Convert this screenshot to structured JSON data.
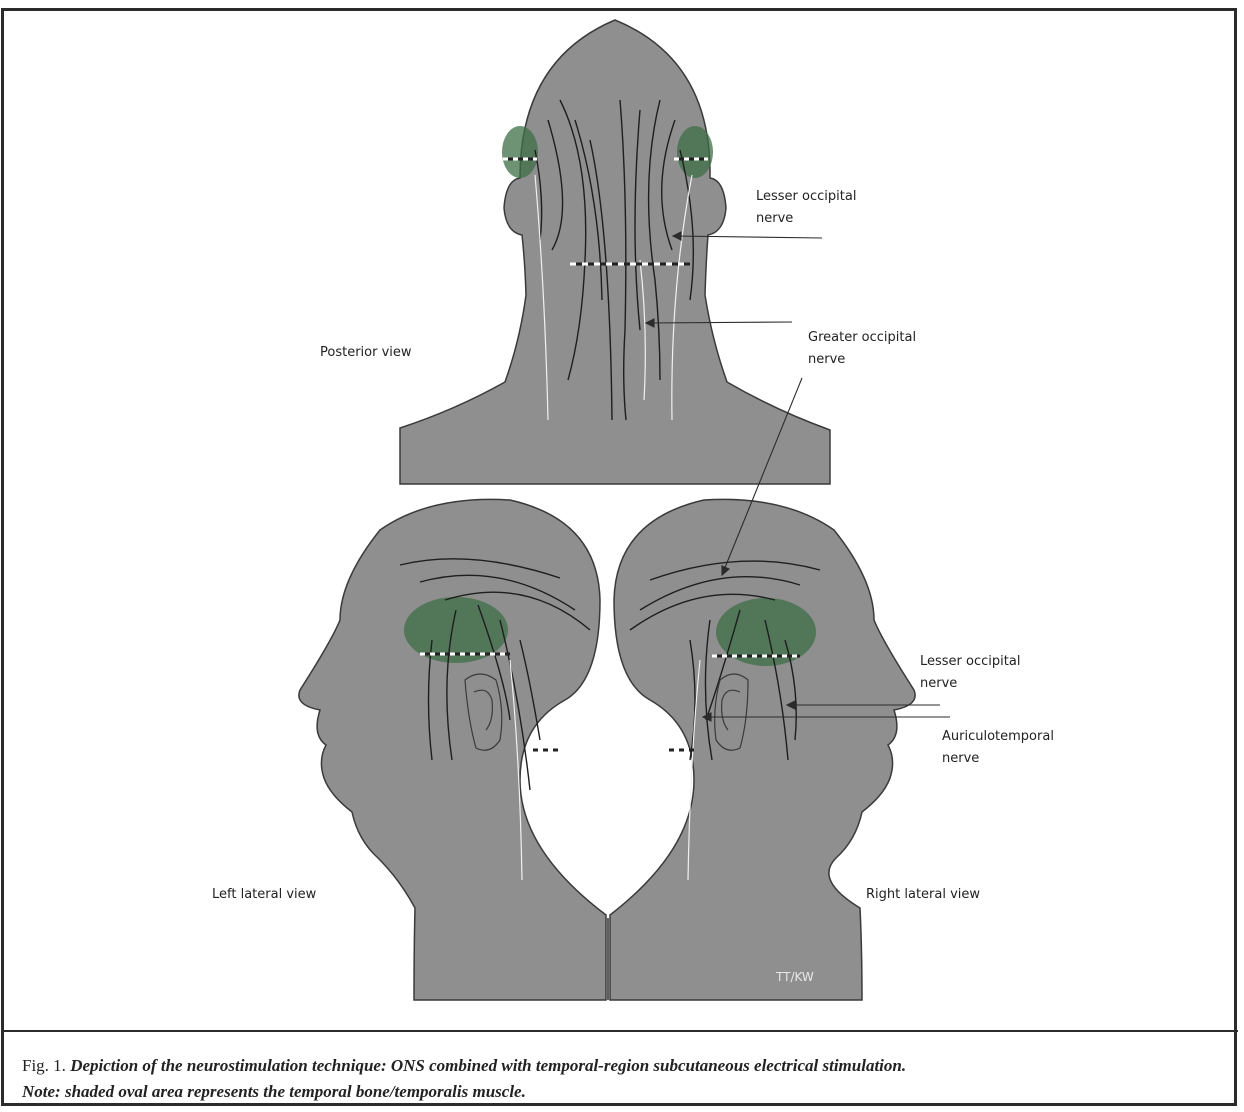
{
  "labels": {
    "posterior_view": "Posterior view",
    "left_lateral_view": "Left lateral view",
    "right_lateral_view": "Right lateral view",
    "lesser_occipital_top_1": "Lesser occipital",
    "lesser_occipital_top_2": "nerve",
    "greater_occipital_1": "Greater occipital",
    "greater_occipital_2": "nerve",
    "lesser_occipital_right_1": "Lesser occipital",
    "lesser_occipital_right_2": "nerve",
    "auriculotemporal_1": "Auriculotemporal",
    "auriculotemporal_2": "nerve",
    "signature": "TT/KW"
  },
  "caption": {
    "prefix": "Fig. 1. ",
    "line1": "Depiction of the neurostimulation technique: ONS combined with temporal-region subcutaneous electrical stimulation.",
    "line2": "Note: shaded oval area represents the temporal bone/temporalis muscle."
  },
  "colors": {
    "head_fill": "#8f8f8f",
    "head_stroke": "#3a3a3a",
    "nerve": "#1e1e1e",
    "electrode_dash": "#ffffff",
    "temporal_oval": "#3e6e45"
  }
}
